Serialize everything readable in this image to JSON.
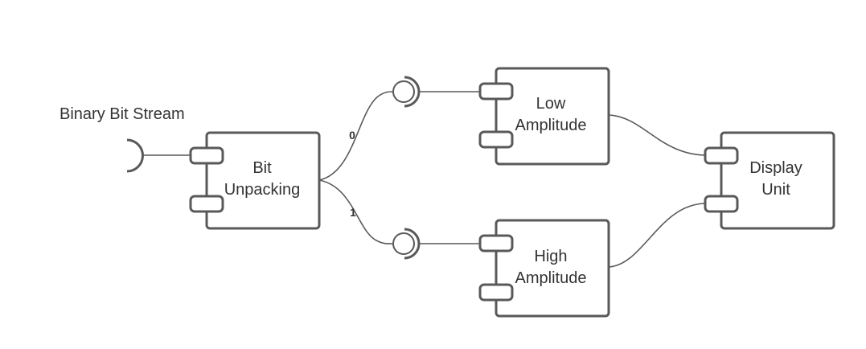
{
  "diagram": {
    "input_label": "Binary Bit Stream",
    "components": {
      "bit_unpacking": {
        "line1": "Bit",
        "line2": "Unpacking"
      },
      "low_amplitude": {
        "line1": "Low",
        "line2": "Amplitude"
      },
      "high_amplitude": {
        "line1": "High",
        "line2": "Amplitude"
      },
      "display_unit": {
        "line1": "Display",
        "line2": "Unit"
      }
    },
    "edges": {
      "zero": "0",
      "one": "1"
    },
    "colors": {
      "stroke": "#595959",
      "text": "#333333",
      "background": "#ffffff"
    }
  }
}
